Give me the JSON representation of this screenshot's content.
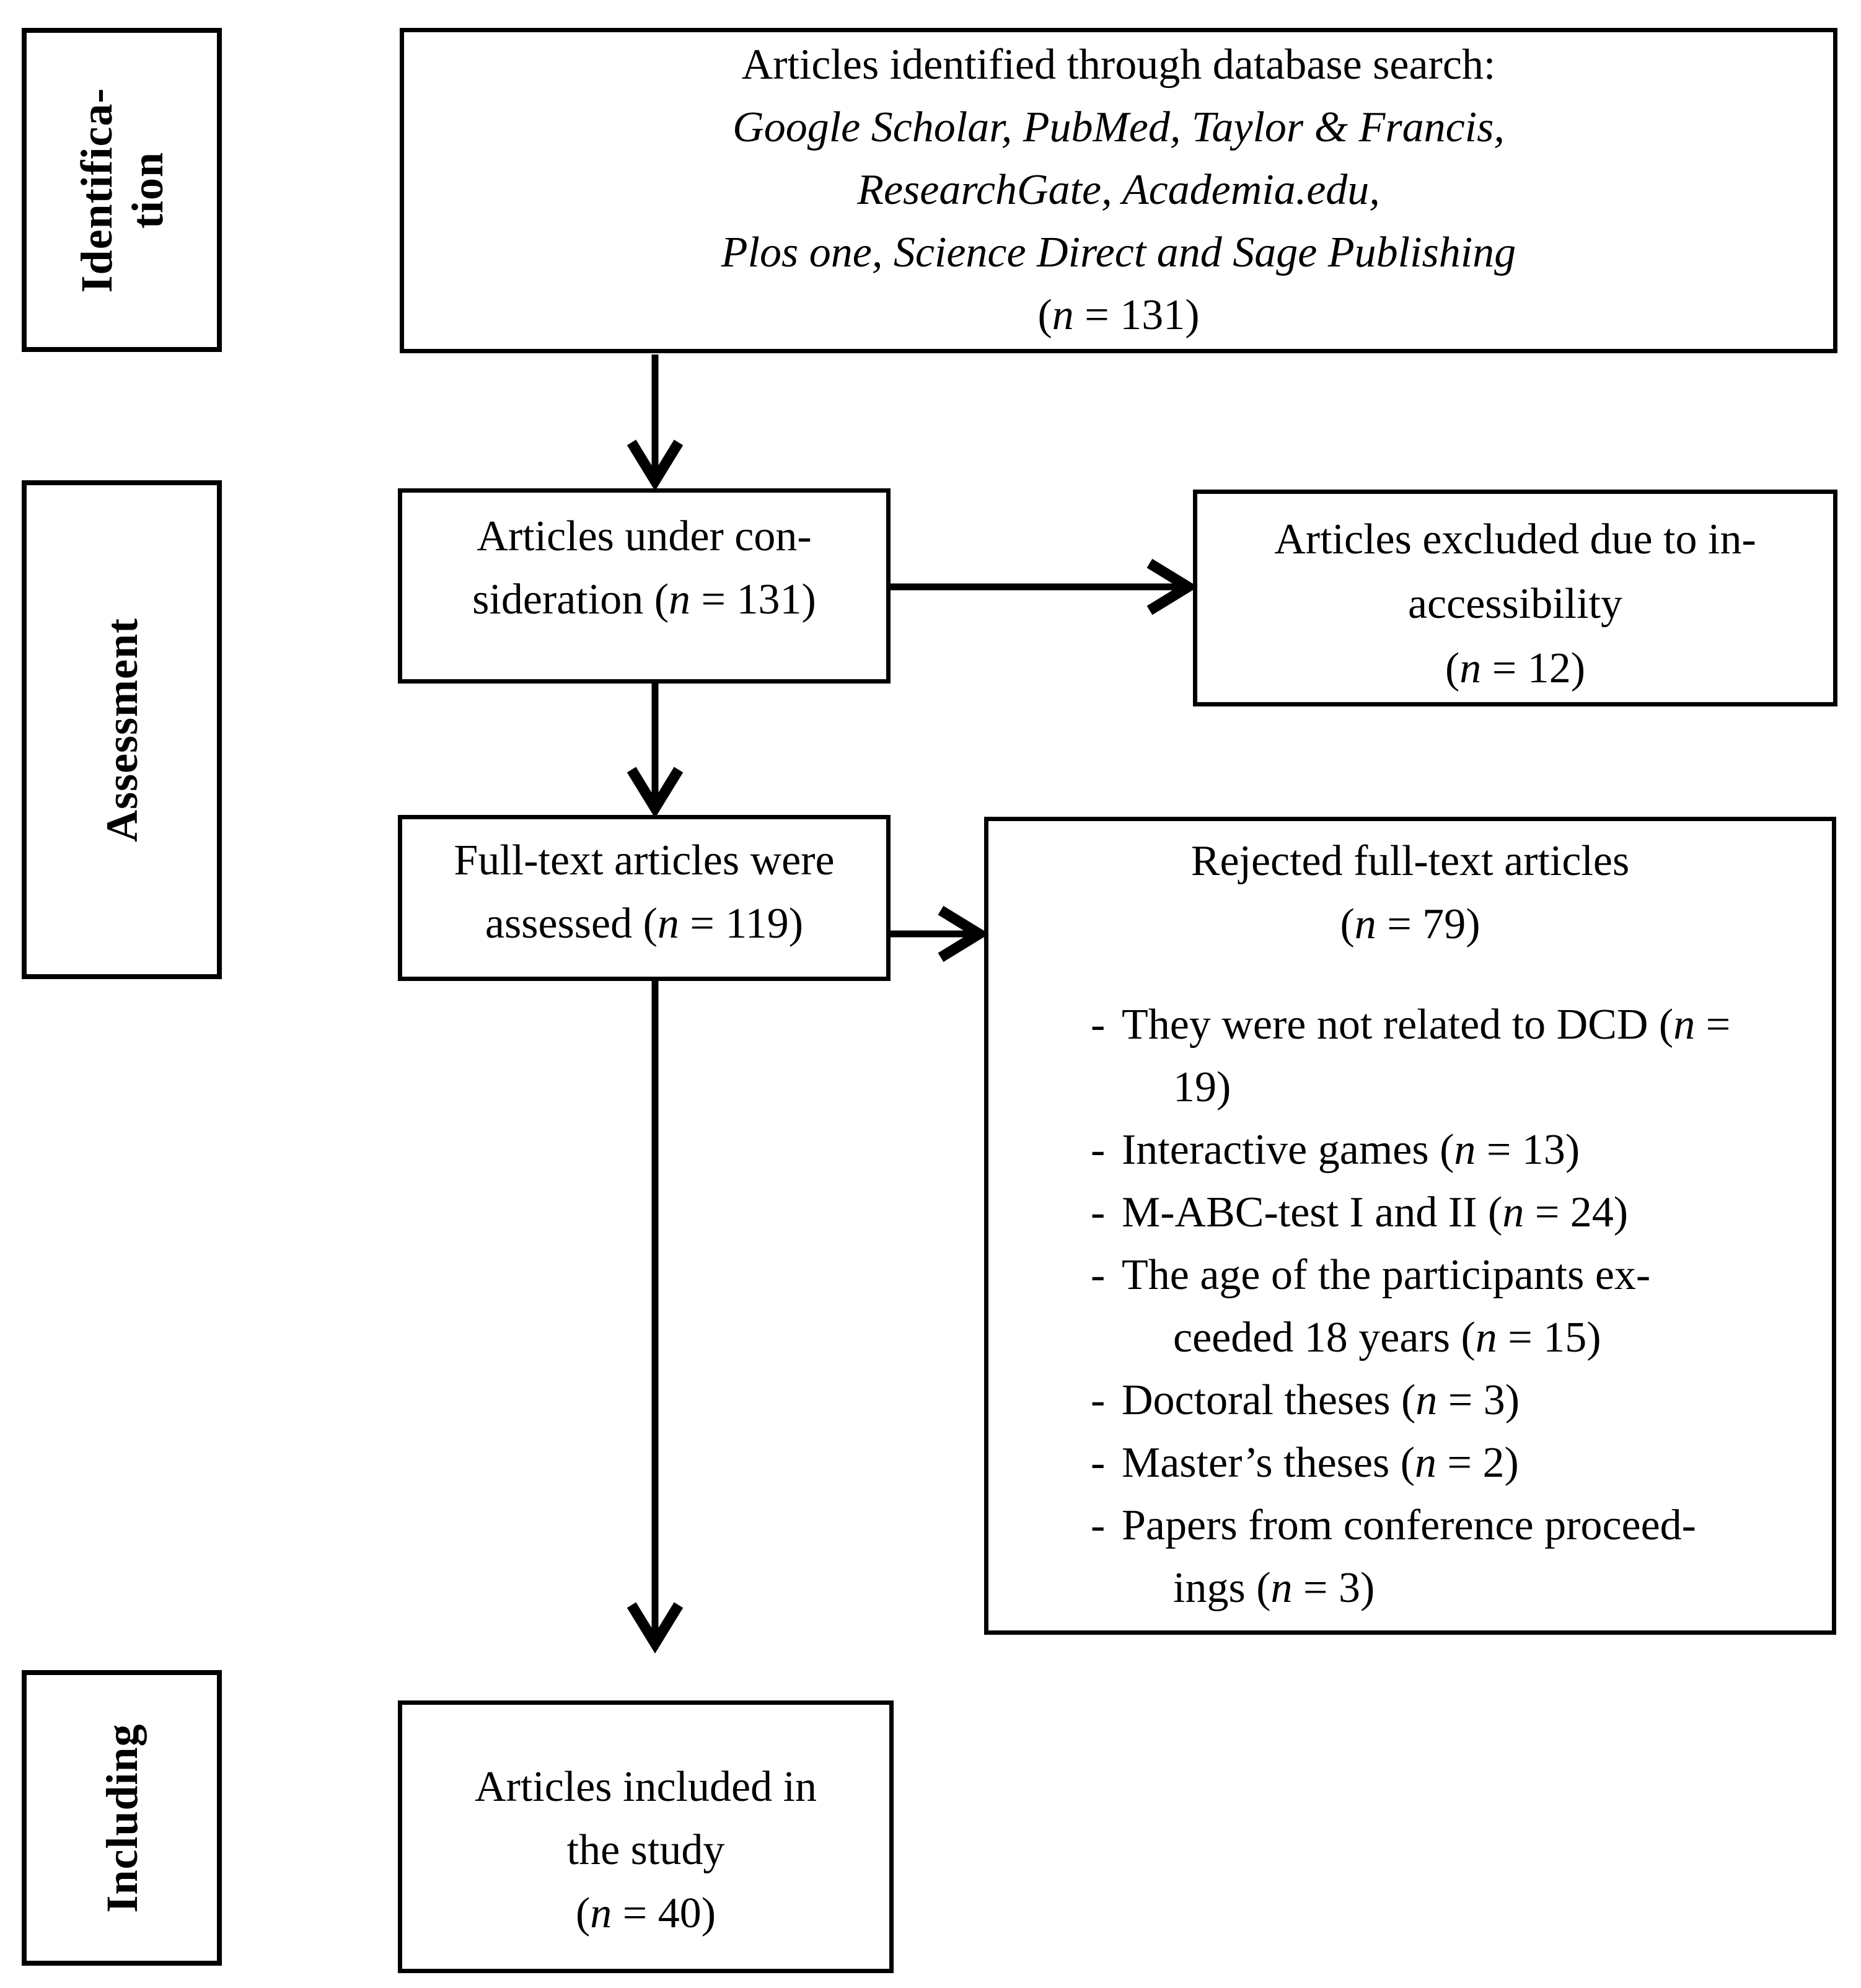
{
  "colors": {
    "ink": "#000000",
    "background": "#ffffff"
  },
  "stages": [
    {
      "id": "identification",
      "label_lines": [
        "Identifica-",
        "tion"
      ]
    },
    {
      "id": "assessment",
      "label_lines": [
        "Assessment"
      ]
    },
    {
      "id": "including",
      "label_lines": [
        "Including"
      ]
    }
  ],
  "boxes": {
    "identified": {
      "lines": [
        {
          "text": "Articles identified through database search:",
          "italic": false
        },
        {
          "text": "Google Scholar, PubMed, Taylor & Francis,",
          "italic": true
        },
        {
          "text": "ResearchGate, Academia.edu,",
          "italic": true
        },
        {
          "text": "Plos one, Science Direct and Sage Publishing",
          "italic": true
        },
        {
          "text": "(n = 131)",
          "italic": false
        }
      ]
    },
    "consideration": {
      "lines": [
        {
          "text": "Articles under con-",
          "italic": false
        },
        {
          "text": "sideration (n = 131)",
          "italic": false
        }
      ]
    },
    "excluded": {
      "lines": [
        {
          "text": "Articles excluded due to in-",
          "italic": false
        },
        {
          "text": "accessibility",
          "italic": false
        },
        {
          "text": "(n = 12)",
          "italic": false
        }
      ]
    },
    "fulltext": {
      "lines": [
        {
          "text": "Full-text articles were",
          "italic": false
        },
        {
          "text": "assessed (n = 119)",
          "italic": false
        }
      ]
    },
    "rejected": {
      "heading_lines": [
        {
          "text": "Rejected full-text articles",
          "italic": false
        },
        {
          "text": "(n = 79)",
          "italic": false
        }
      ],
      "marker": "-",
      "items": [
        [
          "They were not related to DCD (n =",
          "19)"
        ],
        [
          "Interactive games (n = 13)"
        ],
        [
          "M-ABC-test I and II (n = 24)"
        ],
        [
          "The age of the participants ex-",
          "ceeded 18 years (n = 15)"
        ],
        [
          "Doctoral theses (n = 3)"
        ],
        [
          "Master’s theses (n = 2)"
        ],
        [
          "Papers from conference proceed-",
          "ings (n = 3)"
        ]
      ]
    },
    "included": {
      "lines": [
        {
          "text": "Articles included in",
          "italic": false
        },
        {
          "text": "the study",
          "italic": false
        },
        {
          "text": "(n = 40)",
          "italic": false
        }
      ]
    }
  }
}
